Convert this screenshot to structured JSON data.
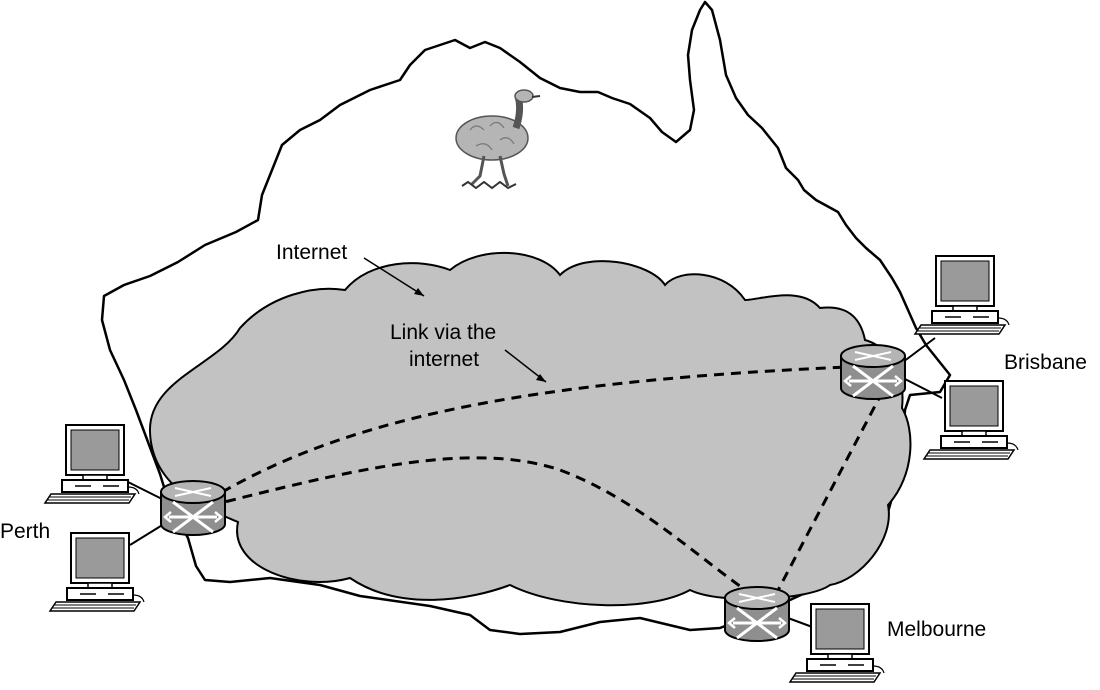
{
  "labels": {
    "internet": "Internet",
    "link_line1": "Link via the",
    "link_line2": "internet",
    "perth": "Perth",
    "brisbane": "Brisbane",
    "melbourne": "Melbourne"
  },
  "icons": {
    "emu": "emu-icon",
    "router": "router-icon",
    "computer": "desktop-computer-icon"
  },
  "colors": {
    "cloud_fill": "#c2c2c2",
    "router_fill": "#8f8f8f",
    "monitor_screen": "#9a9a9a",
    "line": "#000000"
  }
}
